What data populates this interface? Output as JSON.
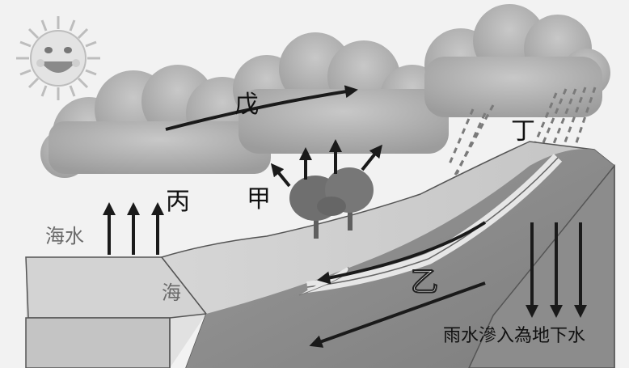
{
  "labels": {
    "wu": "戊",
    "ding": "丁",
    "bing": "丙",
    "jia": "甲",
    "yi": "乙",
    "seawater": "海水",
    "sea": "海",
    "infiltration": "雨水滲入為地下水"
  },
  "icons": [
    "sun-icon",
    "cloud-icon",
    "tree-icon",
    "rain-icon",
    "arrow-icon"
  ]
}
